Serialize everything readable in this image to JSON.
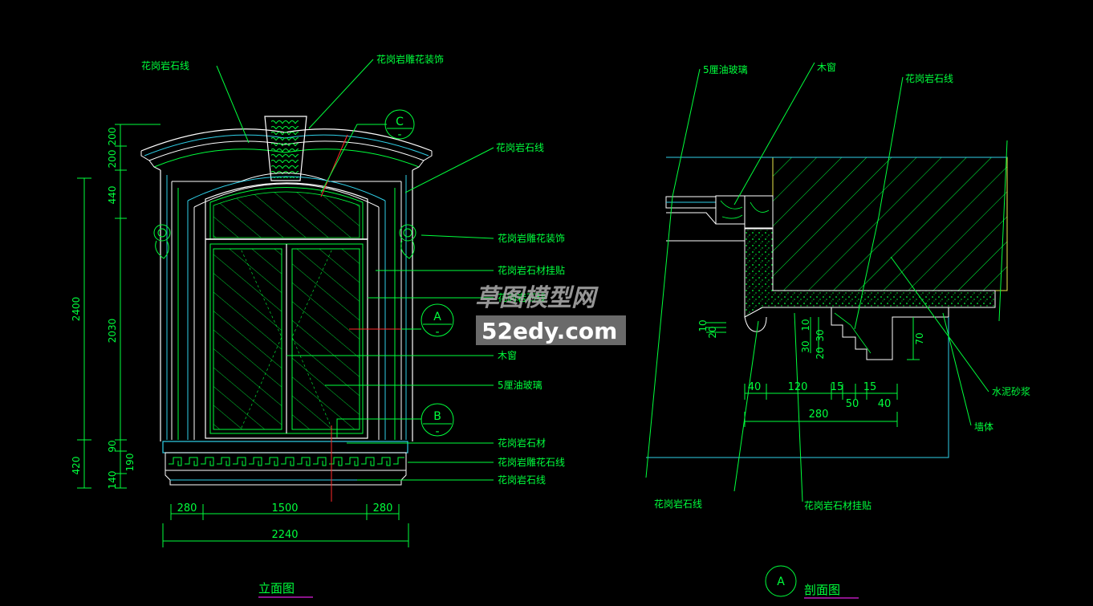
{
  "colors": {
    "background": "#000000",
    "primary_line": "#00ff3c",
    "outline_white": "#ffffff",
    "outline_cyan": "#2fd0e8",
    "section_cut": "#ff2a2a",
    "hatch_yellow": "#e8e84a",
    "title_underline": "#e020e0",
    "watermark_bg": "#6a6a6a"
  },
  "elevation": {
    "title": "立面图",
    "labels": {
      "cornice_top": "花岗岩石线",
      "keystone": "花岗岩雕花装饰",
      "upper_trim": "花岗岩石线",
      "bracket": "花岗岩雕花装饰",
      "surround": "花岗岩石材挂贴",
      "surround2": "花岗岩石线",
      "frame": "木窗",
      "glass": "5厘油玻璃",
      "sill": "花岗岩石材",
      "fret_band": "花岗岩雕花石线",
      "base_trim": "花岗岩石线"
    },
    "callouts": {
      "c": "C",
      "a": "A",
      "b": "B"
    },
    "dims_vertical": {
      "top_a": "200",
      "top_b": "200",
      "arch": "440",
      "window": "2030",
      "sill_a": "90",
      "sill_b": "190",
      "base": "140",
      "total": "2400",
      "lower": "420"
    },
    "dims_horizontal": {
      "left": "280",
      "center": "1500",
      "right": "280",
      "total": "2240"
    }
  },
  "section": {
    "title": "剖面图",
    "title_mark": "A",
    "labels": {
      "glass": "5厘油玻璃",
      "frame": "木窗",
      "stone_line_top": "花岗岩石线",
      "mortar": "水泥砂浆",
      "wall": "墙体",
      "stone_line_bottom": "花岗岩石线",
      "cladding": "花岗岩石材挂贴"
    },
    "dims": {
      "d40": "40",
      "d120": "120",
      "d15a": "15",
      "d15b": "15",
      "d50": "50",
      "d40b": "40",
      "d280": "280",
      "v70": "70",
      "v10": "10",
      "v30": "30",
      "v20": "20",
      "v30b": "30",
      "v10b": "10",
      "v20b": "20"
    }
  },
  "watermark": {
    "line1": "草图模型网",
    "line2": "52edy.com"
  }
}
